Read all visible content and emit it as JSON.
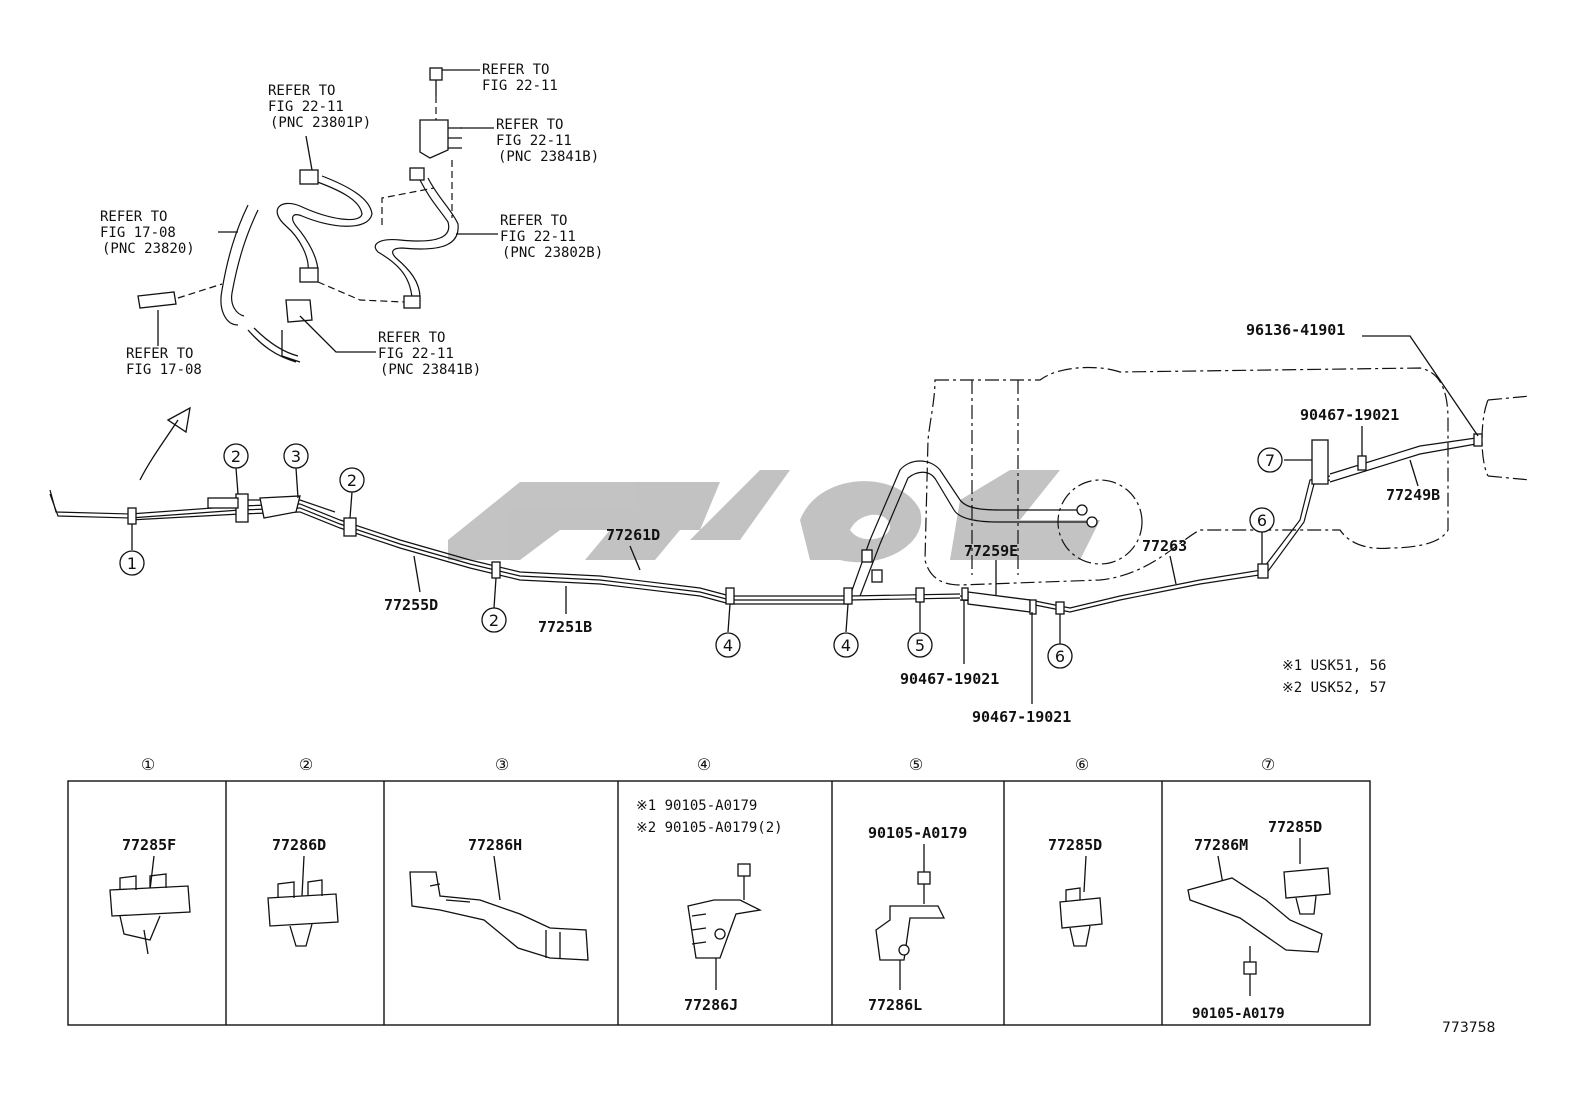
{
  "watermark_color": "#b8b8b8",
  "top_refs": [
    {
      "id": "ref_pnc23801p",
      "lines": [
        "REFER TO",
        "FIG 22-11",
        "(PNC 23801P)"
      ]
    },
    {
      "id": "ref_fig2211_top",
      "lines": [
        "REFER TO",
        "FIG 22-11"
      ]
    },
    {
      "id": "ref_pnc23841b_top",
      "lines": [
        "REFER TO",
        "FIG 22-11",
        "(PNC 23841B)"
      ]
    },
    {
      "id": "ref_pnc23820",
      "lines": [
        "REFER TO",
        "FIG 17-08",
        "(PNC 23820)"
      ]
    },
    {
      "id": "ref_pnc23802b",
      "lines": [
        "REFER TO",
        "FIG 22-11",
        "(PNC 23802B)"
      ]
    },
    {
      "id": "ref_pnc23841b_mid",
      "lines": [
        "REFER TO",
        "FIG 22-11",
        "(PNC 23841B)"
      ]
    },
    {
      "id": "ref_fig1708",
      "lines": [
        "REFER TO",
        "FIG 17-08"
      ]
    }
  ],
  "part_labels": {
    "p96136": "96136-41901",
    "p90467_top": "90467-19021",
    "p77249b": "77249B",
    "p77261d": "77261D",
    "p77259e": "77259E",
    "p77263": "77263",
    "p77255d": "77255D",
    "p77251b": "77251B",
    "p90467_a": "90467-19021",
    "p90467_b": "90467-19021"
  },
  "callouts": [
    "1",
    "2",
    "2",
    "3",
    "2",
    "4",
    "4",
    "5",
    "6",
    "6",
    "7"
  ],
  "notes": [
    "※1 USK51, 56",
    "※2 USK52, 57"
  ],
  "legend": [
    {
      "num": "①",
      "parts": [
        "77285F"
      ]
    },
    {
      "num": "②",
      "parts": [
        "77286D"
      ]
    },
    {
      "num": "③",
      "parts": [
        "77286H"
      ]
    },
    {
      "num": "④",
      "parts": [
        "※1  90105-A0179",
        "※2  90105-A0179(2)",
        "77286J"
      ]
    },
    {
      "num": "⑤",
      "parts": [
        "90105-A0179",
        "77286L"
      ]
    },
    {
      "num": "⑥",
      "parts": [
        "77285D"
      ]
    },
    {
      "num": "⑦",
      "parts": [
        "77286M",
        "77285D",
        "90105-A0179"
      ]
    }
  ],
  "figure_number": "773758"
}
